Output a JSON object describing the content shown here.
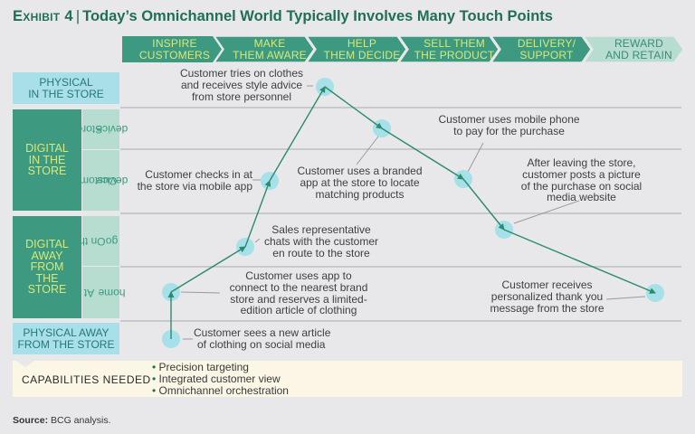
{
  "header": {
    "exhibit": "Exhibit 4",
    "separator": "|",
    "title": "Today’s Omnichannel World Typically Involves Many Touch Points"
  },
  "stages": [
    {
      "label": "INSPIRE CUSTOMERS",
      "line1": "INSPIRE",
      "line2": "CUSTOMERS",
      "style": "dark"
    },
    {
      "label": "MAKE THEM AWARE",
      "line1": "MAKE",
      "line2": "THEM AWARE",
      "style": "dark"
    },
    {
      "label": "HELP THEM DECIDE",
      "line1": "HELP",
      "line2": "THEM DECIDE",
      "style": "dark"
    },
    {
      "label": "SELL THEM THE PRODUCT",
      "line1": "SELL THEM",
      "line2": "THE PRODUCT",
      "style": "dark"
    },
    {
      "label": "DELIVERY/ SUPPORT",
      "line1": "DELIVERY/",
      "line2": "SUPPORT",
      "style": "dark"
    },
    {
      "label": "REWARD AND RETAIN",
      "line1": "REWARD",
      "line2": "AND RETAIN",
      "style": "light"
    }
  ],
  "rows": {
    "physical_in_store": {
      "line1": "PHYSICAL",
      "line2": "IN THE STORE"
    },
    "digital_in_store": {
      "line1": "DIGITAL",
      "line2": "IN THE",
      "line3": "STORE",
      "subs": [
        {
          "line1": "Store",
          "line2": "device"
        },
        {
          "line1": "Customer’s",
          "line2": "device"
        }
      ]
    },
    "digital_away": {
      "line1": "DIGITAL",
      "line2": "AWAY",
      "line3": "FROM",
      "line4": "THE",
      "line5": "STORE",
      "subs": [
        {
          "line1": "On the",
          "line2": "go"
        },
        {
          "line1": "At",
          "line2": "home"
        }
      ]
    },
    "physical_away": {
      "line1": "PHYSICAL AWAY",
      "line2": "FROM THE STORE"
    }
  },
  "touchpoints": [
    {
      "id": 1,
      "lines": [
        "Customer sees a new article",
        "of clothing on social media"
      ]
    },
    {
      "id": 2,
      "lines": [
        "Customer uses app to",
        "connect to the nearest brand",
        "store and reserves a limited-",
        "edition article of clothing"
      ]
    },
    {
      "id": 3,
      "lines": [
        "Sales representative",
        "chats with the customer",
        "en route to the store"
      ]
    },
    {
      "id": 4,
      "lines": [
        "Customer checks in at",
        "the store via mobile app"
      ]
    },
    {
      "id": 5,
      "lines": [
        "Customer tries on clothes",
        "and receives style advice",
        "from store personnel"
      ]
    },
    {
      "id": 6,
      "lines": [
        "Customer uses a branded",
        "app at the store to locate",
        "matching products"
      ]
    },
    {
      "id": 7,
      "lines": [
        "Customer uses mobile phone",
        "to pay for the purchase"
      ]
    },
    {
      "id": 8,
      "lines": [
        "After leaving the store,",
        "customer posts a picture",
        "of the purchase on social",
        "media website"
      ]
    },
    {
      "id": 9,
      "lines": [
        "Customer receives",
        "personalized thank you",
        "message from the store"
      ]
    }
  ],
  "capabilities": {
    "label": "CAPABILITIES NEEDED",
    "items": [
      "Precision targeting",
      "Integrated customer view",
      "Omnichannel orchestration"
    ]
  },
  "source": {
    "label": "Source:",
    "text": "BCG analysis."
  },
  "colors": {
    "dark_green": "#3d9a80",
    "light_green": "#b6ddd0",
    "cyan": "#a9dfe8",
    "accent_text": "#d8e87a",
    "node": "#a6e0e8",
    "line": "#2e8a6e",
    "title": "#1f6f58"
  }
}
